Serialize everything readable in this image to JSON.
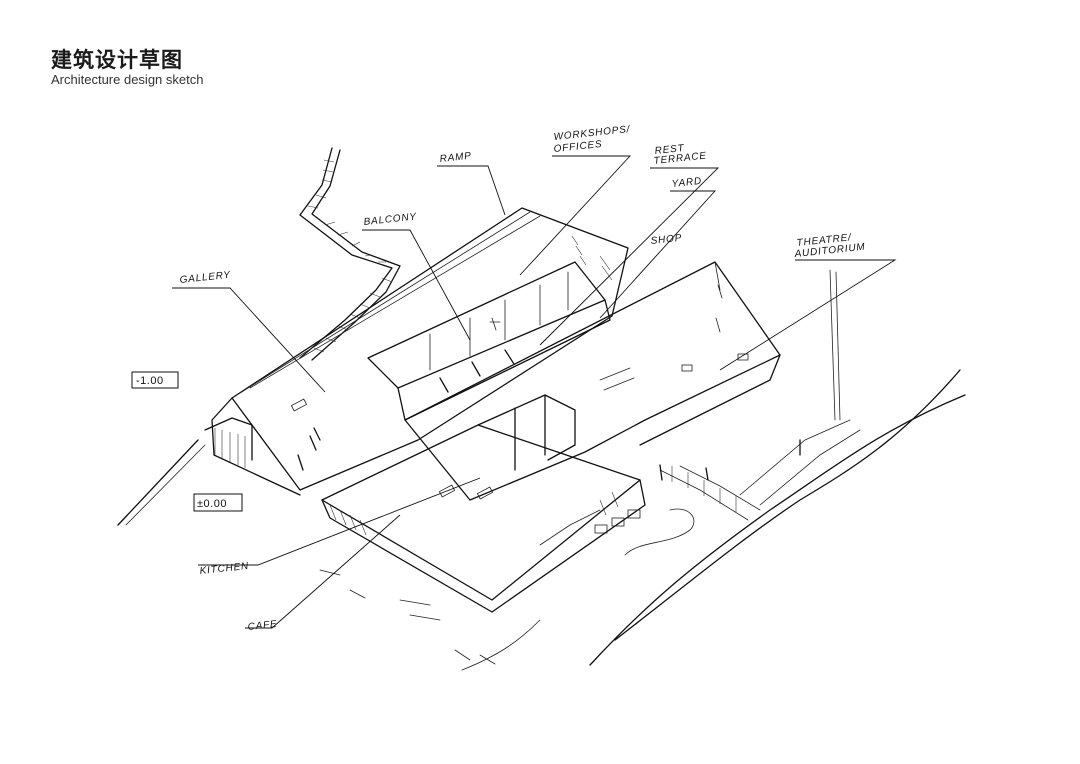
{
  "header": {
    "title_cn": "建筑设计草图",
    "title_en": "Architecture design sketch"
  },
  "labels": {
    "ramp": "RAMP",
    "workshops": "WORKSHOPS/",
    "offices": "OFFICES",
    "rest": "REST",
    "terrace": "TERRACE",
    "yard": "YARD",
    "balcony": "BALCONY",
    "shop": "SHOP",
    "theatre": "THEATRE/",
    "auditorium": "AUDITORIUM",
    "gallery": "GALLERY",
    "kitchen": "KITCHEN",
    "cafe": "CAFE"
  },
  "levels": {
    "upper": "-1.00",
    "ground": "±0.00"
  }
}
